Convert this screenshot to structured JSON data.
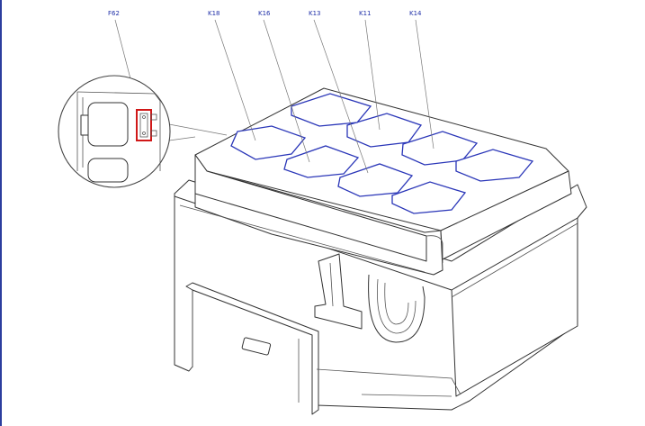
{
  "labels": {
    "f62": "F62",
    "k18": "K18",
    "k16": "K16",
    "k13": "K13",
    "k11": "K11",
    "k14": "K14"
  },
  "colors": {
    "label_text": "#1f2fa8",
    "relay_outline": "#2a36b8",
    "highlight_fuse": "#d01818",
    "frame_border": "#2c3e9e"
  }
}
